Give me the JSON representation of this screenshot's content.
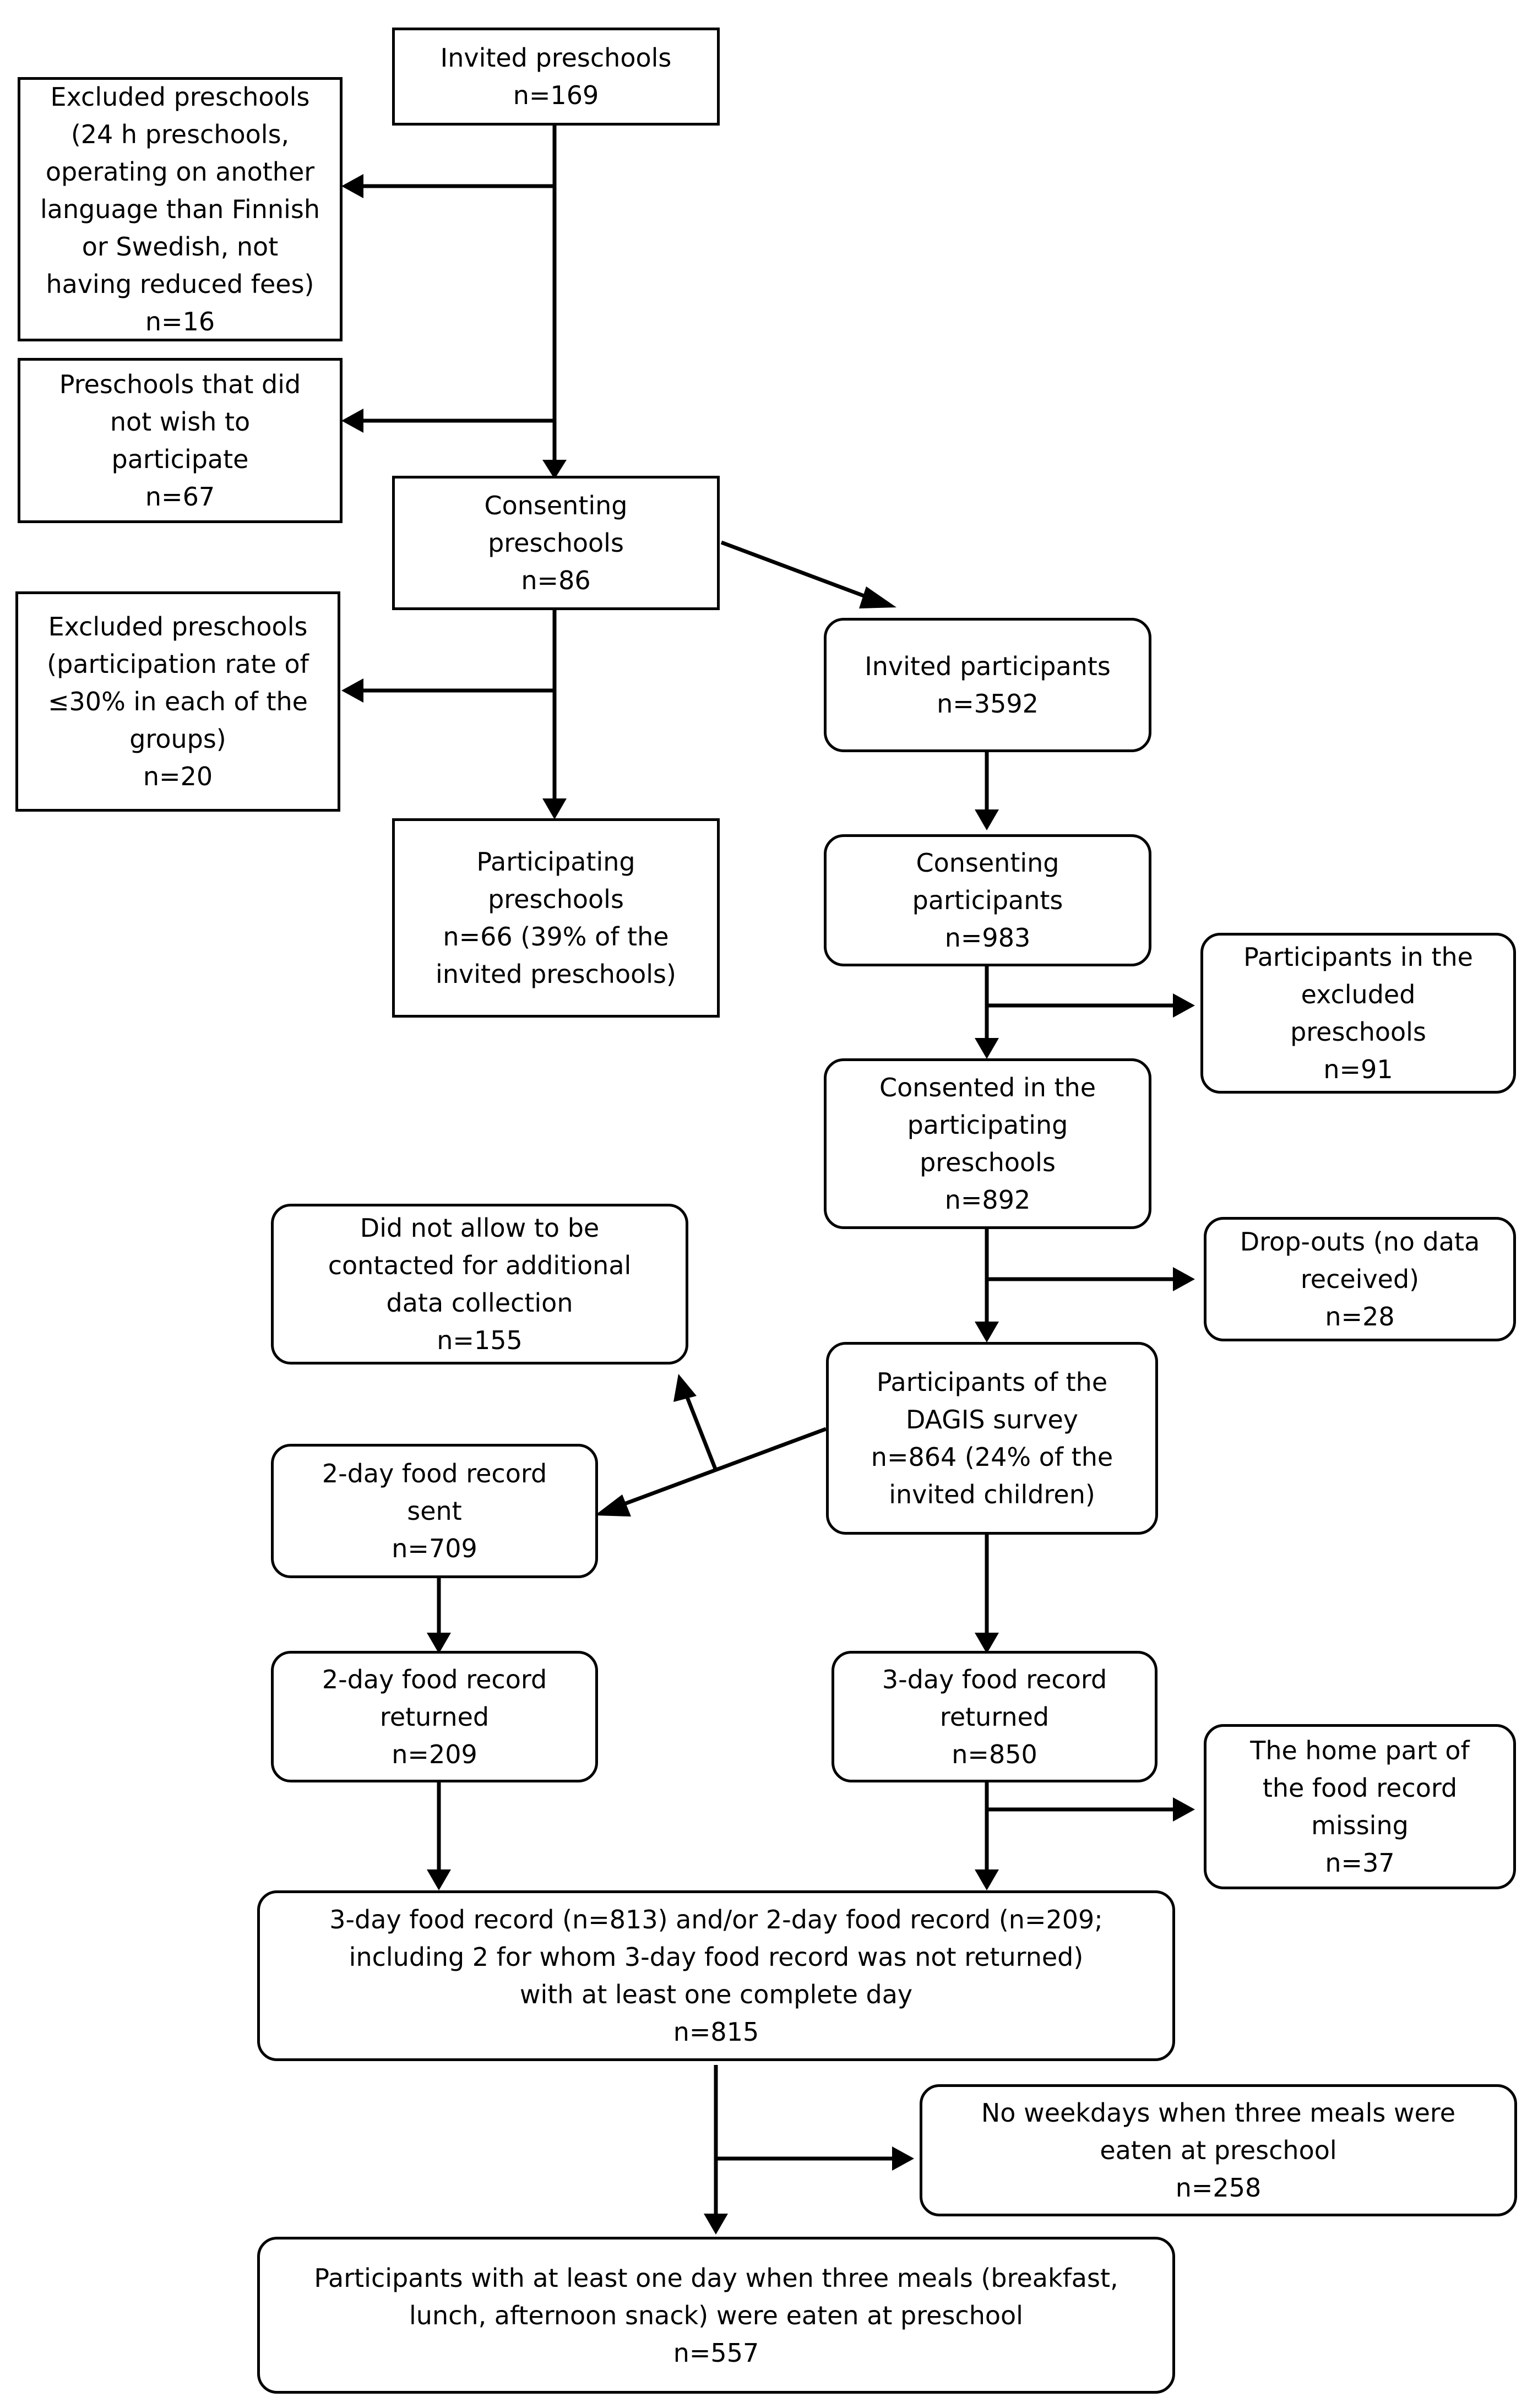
{
  "nodes": {
    "invited_preschools": "Invited preschools\nn=169",
    "excluded_preschools_1": "Excluded preschools\n(24 h preschools,\noperating on another\nlanguage than Finnish\nor Swedish, not\nhaving reduced fees)\nn=16",
    "not_wish": "Preschools that did\nnot wish to\nparticipate\nn=67",
    "consenting_preschools": "Consenting\npreschools\nn=86",
    "excluded_preschools_2": "Excluded preschools\n(participation rate of\n≤30% in each of the\ngroups)\nn=20",
    "participating_preschools": "Participating\npreschools\nn=66 (39% of the\ninvited preschools)",
    "invited_participants": "Invited participants\nn=3592",
    "consenting_participants": "Consenting\nparticipants\nn=983",
    "participants_excluded": "Participants in the\nexcluded\npreschools\nn=91",
    "consented_participating": "Consented  in the\nparticipating\npreschools\nn=892",
    "dropouts": "Drop-outs (no data\nreceived)\nn=28",
    "not_allow": "Did not allow to be\ncontacted for additional\ndata collection\nn=155",
    "dagis_participants": "Participants of the\nDAGIS survey\nn=864 (24% of the\ninvited children)",
    "food2_sent": "2-day food record\nsent\nn=709",
    "food2_returned": "2-day food record\nreturned\nn=209",
    "food3_returned": "3-day food record\nreturned\nn=850",
    "home_missing": "The home part of\nthe food record\nmissing\nn=37",
    "combined": "3-day food record (n=813) and/or 2-day food record (n=209;\nincluding 2 for whom 3-day food record was not returned)\nwith at least one complete day\nn=815",
    "no_weekdays": "No weekdays when three meals were\neaten at preschool\nn=258",
    "final": "Participants with at least one day when three meals (breakfast,\nlunch, afternoon snack) were eaten at preschool\nn=557"
  }
}
